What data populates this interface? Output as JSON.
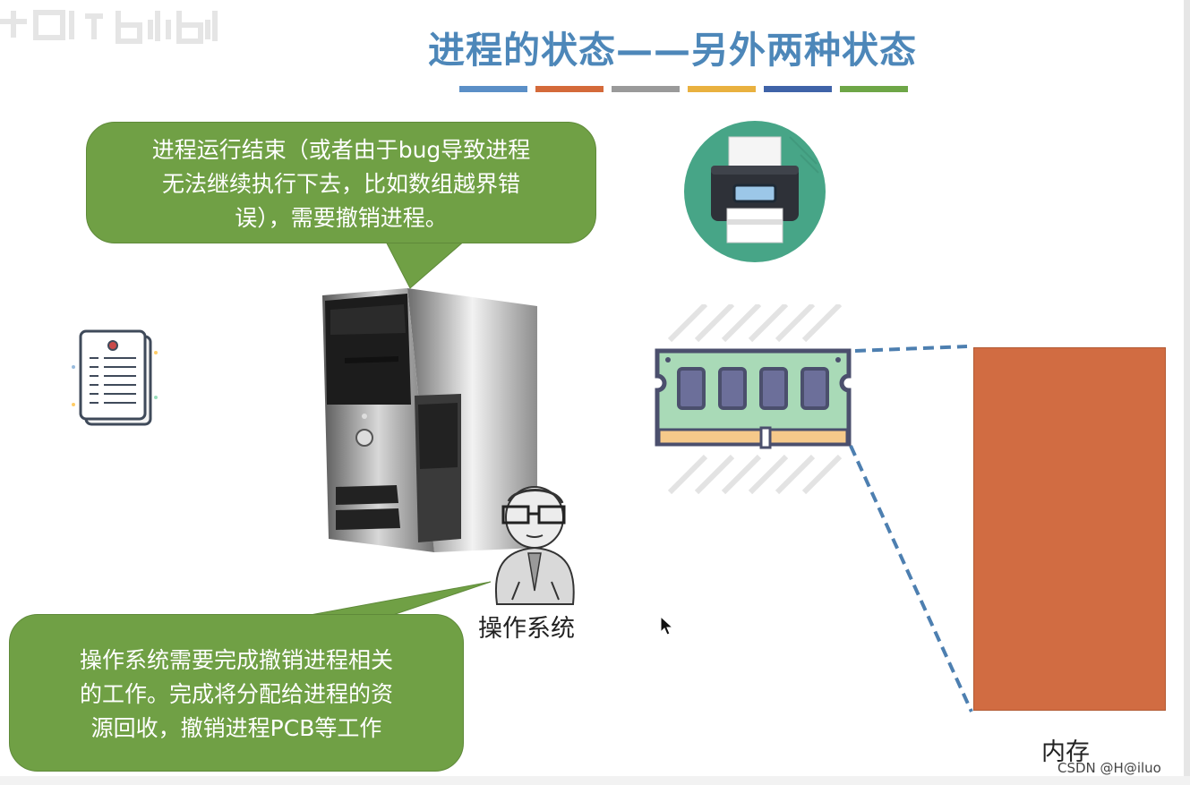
{
  "title": "进程的状态——另外两种状态",
  "divider_colors": [
    "#5b8fc7",
    "#d46a3a",
    "#9a9a9a",
    "#e9b13f",
    "#3f63a8",
    "#6ea647"
  ],
  "bubble_top": {
    "lines": [
      "进程运行结束（或者由于bug导致进程",
      "无法继续执行下去，比如数组越界错",
      "误），需要撤销进程。"
    ]
  },
  "bubble_bottom": {
    "lines": [
      "操作系统需要完成撤销进程相关",
      "的工作。完成将分配给进程的资",
      "源回收，撤销进程PCB等工作"
    ]
  },
  "os_label": "操作系统",
  "memory_label": "内存",
  "credit": "CSDN @H@iluo",
  "colors": {
    "bubble": "#70a045",
    "memory": "#d16c42",
    "title": "#4d87b9",
    "printer_circle": "#47a587",
    "ram_board": "#a9dab7"
  },
  "icons": [
    "document-icon",
    "computer-tower-icon",
    "printer-icon",
    "ram-chip-icon",
    "person-sketch-icon",
    "mouse-cursor-icon",
    "watermark-logo"
  ]
}
